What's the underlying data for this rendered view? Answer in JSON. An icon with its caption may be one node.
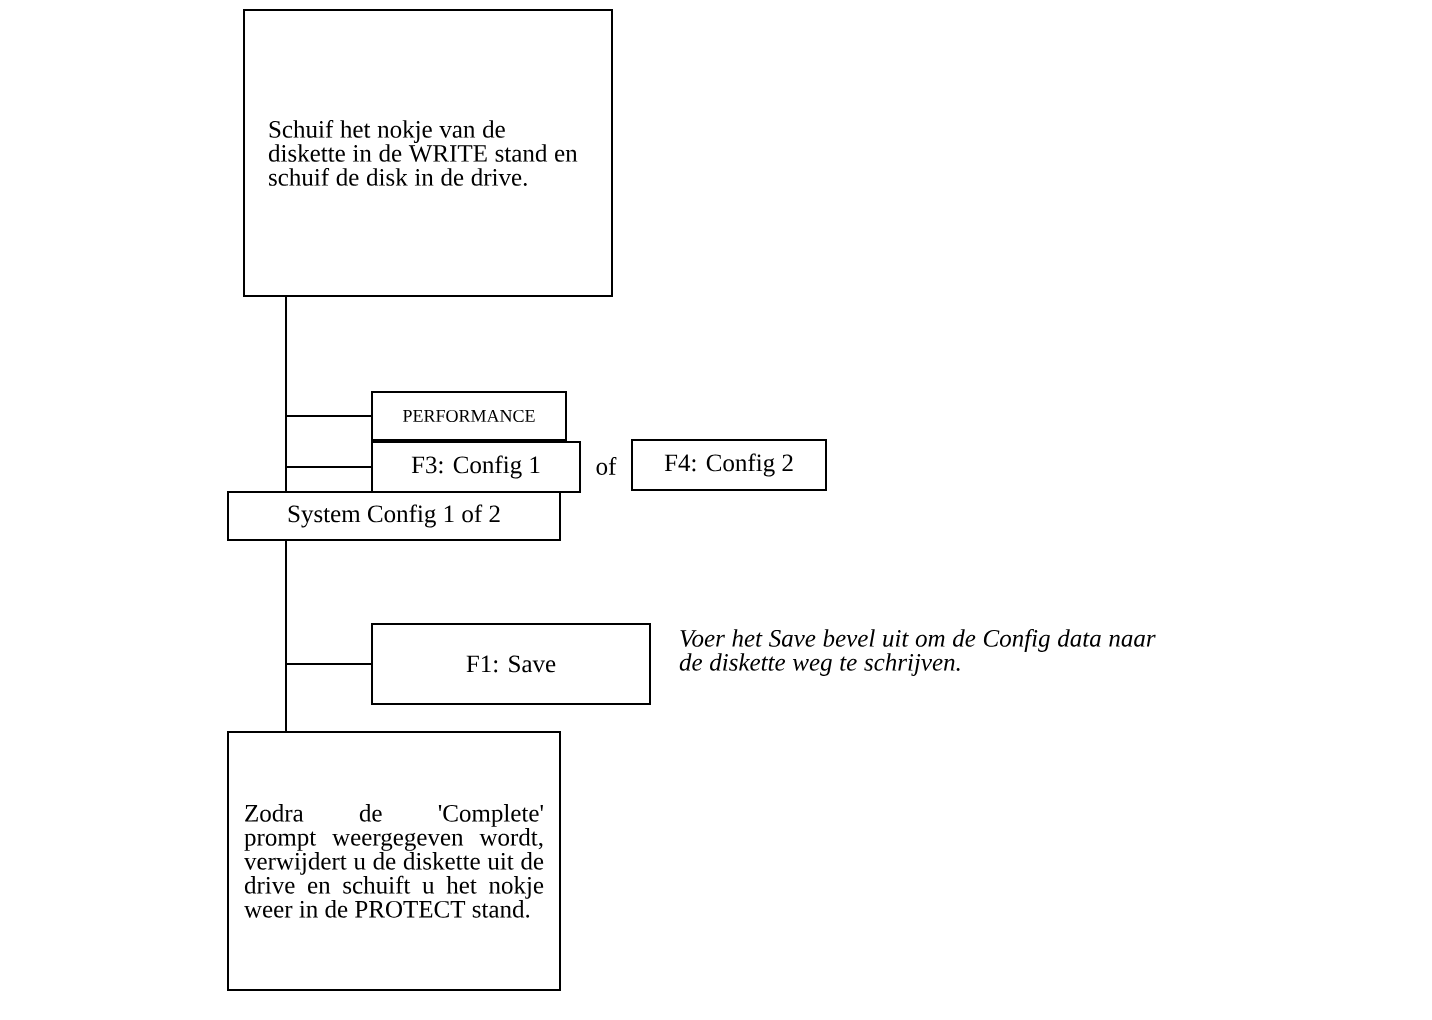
{
  "diagram": {
    "nodes": [
      {
        "text": [
          "Schuif het nokje van de diskette in de WRITE stand en schuif de disk in de drive."
        ]
      },
      {
        "text": [
          "PERFORMANCE"
        ]
      },
      {
        "text": [
          "F3: Config 1"
        ]
      },
      {
        "text": [
          "F4: Config 2"
        ]
      },
      {
        "text": [
          "System Config 1 of 2"
        ]
      },
      {
        "text": [
          "F1: Save"
        ],
        "beside": [
          "Voer het Save bevel uit om de Config data naar de diskette weg te schrijven."
        ]
      },
      {
        "text": [
          "Zodra de 'Complete' prompt weergegeven wordt, verwijdert u de diskette uit de drive en schuift u het nokje weer in de PROTECT stand."
        ]
      }
    ],
    "edges": [
      {
        "from": 0,
        "to": 1,
        "arrow": "none"
      },
      {
        "from": 0,
        "to": 2,
        "arrow": "none"
      },
      {
        "from": 0,
        "to": 4,
        "arrow": "none"
      },
      {
        "from": 4,
        "to": 5,
        "arrow": "none"
      },
      {
        "from": 4,
        "to": 6,
        "arrow": "none"
      }
    ],
    "labels": [
      "of"
    ]
  }
}
